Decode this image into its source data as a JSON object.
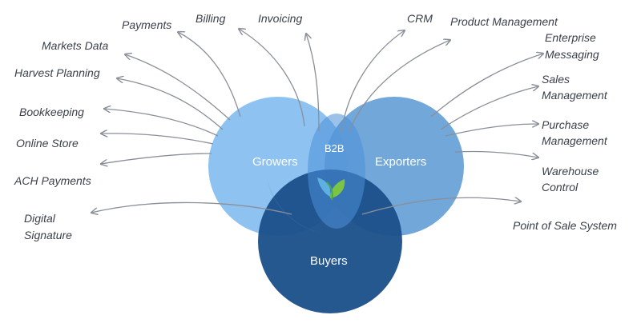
{
  "diagram": {
    "circles": {
      "growers": "Growers",
      "exporters": "Exporters",
      "buyers": "Buyers",
      "center": "B2B"
    },
    "labels": {
      "payments": "Payments",
      "billing": "Billing",
      "invoicing": "Invoicing",
      "crm": "CRM",
      "product_management": "Product Management",
      "markets_data": "Markets Data",
      "enterprise_messaging": [
        "Enterprise",
        "Messaging"
      ],
      "harvest_planning": "Harvest Planning",
      "sales_management": [
        "Sales",
        "Management"
      ],
      "bookkeeping": "Bookkeeping",
      "purchase_management": [
        "Purchase",
        "Management"
      ],
      "online_store": "Online Store",
      "ach_payments": "ACH Payments",
      "warehouse_control": [
        "Warehouse",
        "Control"
      ],
      "digital_signature": [
        "Digital",
        "Signature"
      ],
      "point_of_sale": "Point of Sale System"
    },
    "colors": {
      "growers": "#8ec3f1",
      "exporters": "#6aa2d8",
      "buyers": "#1a4f8a",
      "arrow": "#8a8f98",
      "text": "#3a3f4a"
    }
  }
}
